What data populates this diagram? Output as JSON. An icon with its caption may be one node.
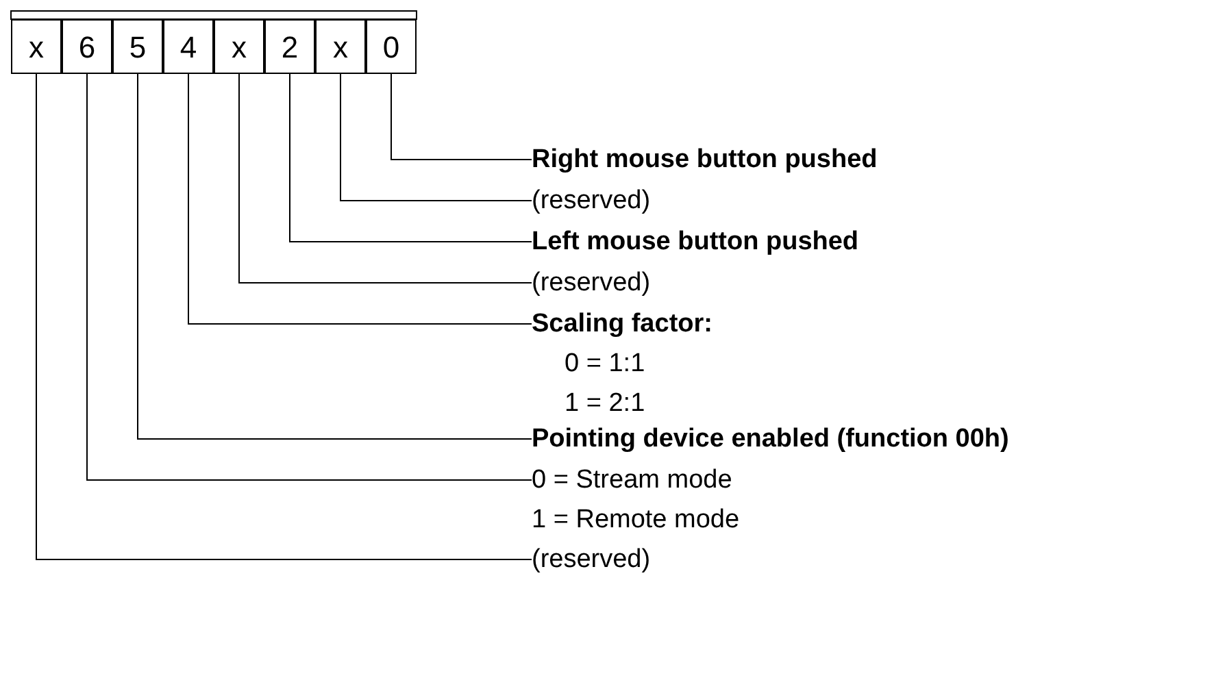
{
  "diagram": {
    "nodes": [
      {
        "text": [
          "x"
        ]
      },
      {
        "text": [
          "6"
        ]
      },
      {
        "text": [
          "5"
        ]
      },
      {
        "text": [
          "4"
        ]
      },
      {
        "text": [
          "x"
        ]
      },
      {
        "text": [
          "2"
        ]
      },
      {
        "text": [
          "x"
        ]
      },
      {
        "text": [
          "0"
        ]
      },
      {
        "text": [
          "Right mouse button pushed"
        ]
      },
      {
        "text": [
          "(reserved)"
        ]
      },
      {
        "text": [
          "Left mouse button pushed"
        ]
      },
      {
        "text": [
          "(reserved)"
        ]
      },
      {
        "text": [
          "Scaling factor:",
          "0 = 1:1",
          "1 = 2:1"
        ]
      },
      {
        "text": [
          "Pointing device enabled (function 00h)"
        ]
      },
      {
        "text": [
          "0 = Stream mode",
          "1 = Remote mode"
        ]
      },
      {
        "text": [
          "(reserved)"
        ]
      }
    ],
    "edges": [
      {
        "from": 7,
        "to": 8,
        "arrow": "none"
      },
      {
        "from": 6,
        "to": 9,
        "arrow": "none"
      },
      {
        "from": 5,
        "to": 10,
        "arrow": "none"
      },
      {
        "from": 4,
        "to": 11,
        "arrow": "none"
      },
      {
        "from": 3,
        "to": 12,
        "arrow": "none"
      },
      {
        "from": 2,
        "to": 13,
        "arrow": "none"
      },
      {
        "from": 1,
        "to": 14,
        "arrow": "none"
      },
      {
        "from": 0,
        "to": 15,
        "arrow": "none"
      }
    ]
  }
}
